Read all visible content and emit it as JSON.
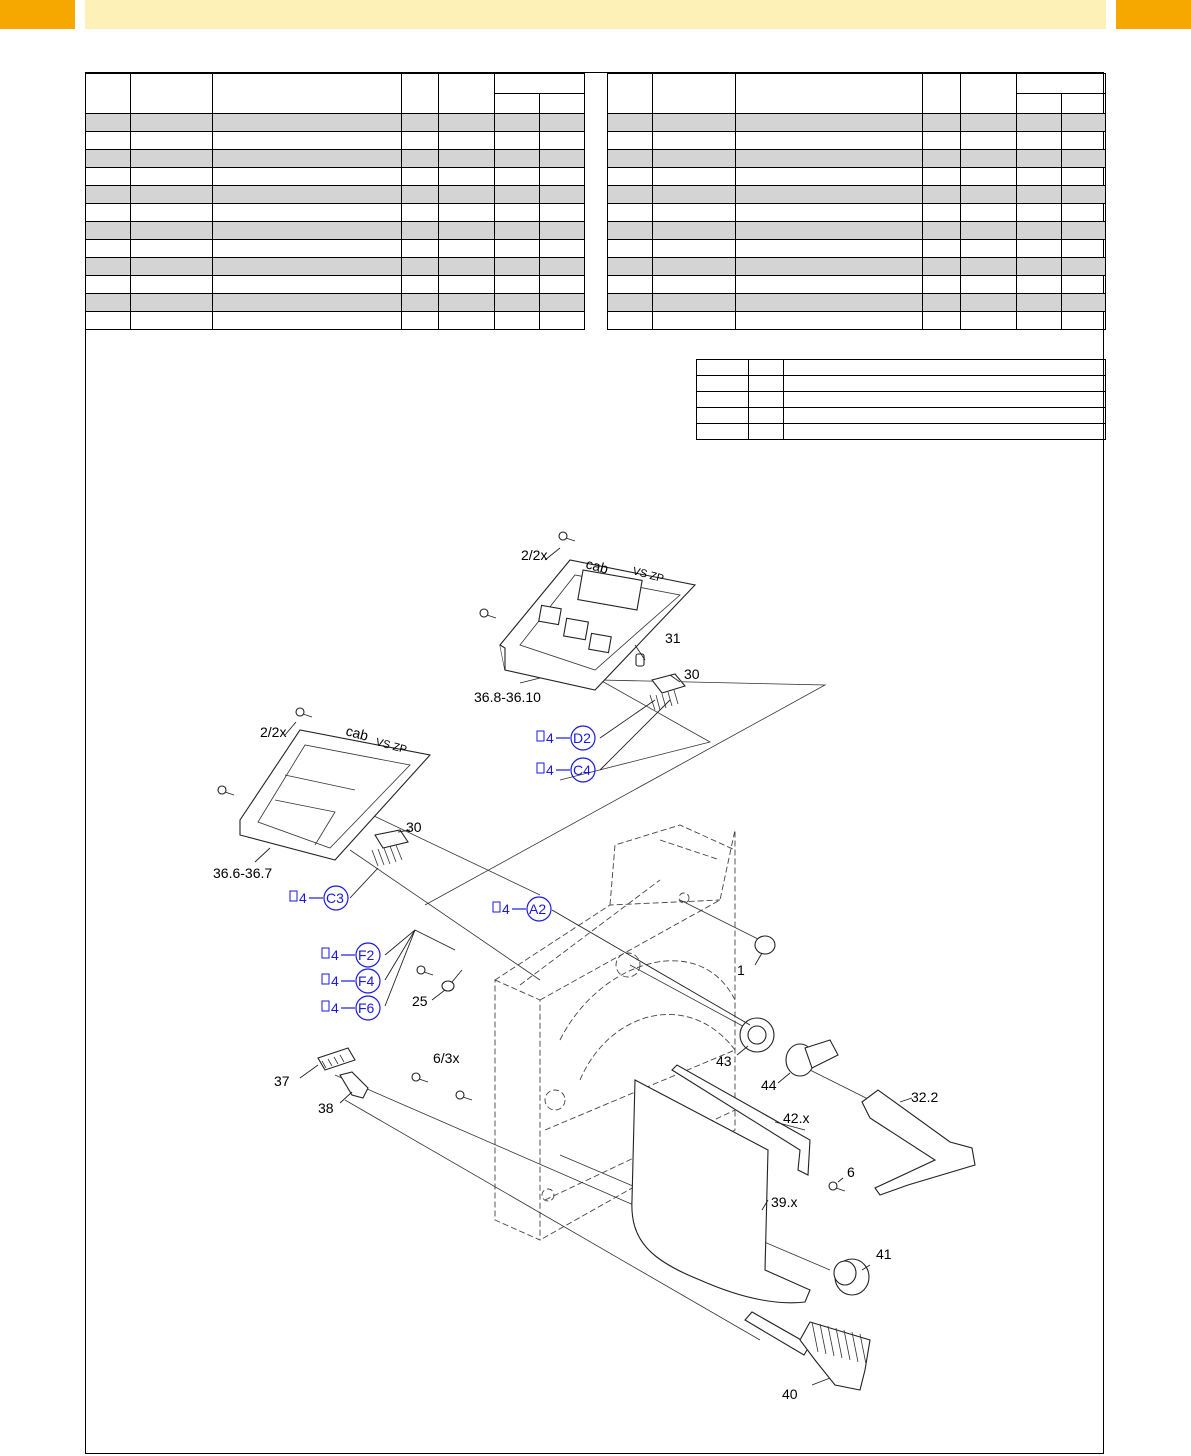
{
  "header": {
    "band_color": "#fdf1b8",
    "tab_color": "#f6a800"
  },
  "table_rows": 12,
  "side_table_rows": 5,
  "shading_color": "#d4d4d4",
  "callouts": {
    "screw_top": "2/2x",
    "screw_left": "2/2x",
    "plug": "31",
    "connector_top": "30",
    "connector_left": "30",
    "panel_top": "36.8-36.10",
    "panel_left": "36.6-36.7",
    "cap": "1",
    "terminal": "25",
    "screws": "6/3x",
    "nut": "43",
    "knob": "44",
    "arm": "32.2",
    "spring": "37",
    "lever": "38",
    "guide": "42.x",
    "screw": "6",
    "cover": "39.x",
    "knob_round": "41",
    "comb": "40"
  },
  "references": {
    "icon_number": "4",
    "d2": "D2",
    "c4": "C4",
    "c3": "C3",
    "a2": "A2",
    "f2": "F2",
    "f4": "F4",
    "f6": "F6"
  },
  "reference_color": "#1a1adc",
  "logo_text": "cab",
  "model_text_a": "VS ZP",
  "model_text_b": "VS ZP"
}
